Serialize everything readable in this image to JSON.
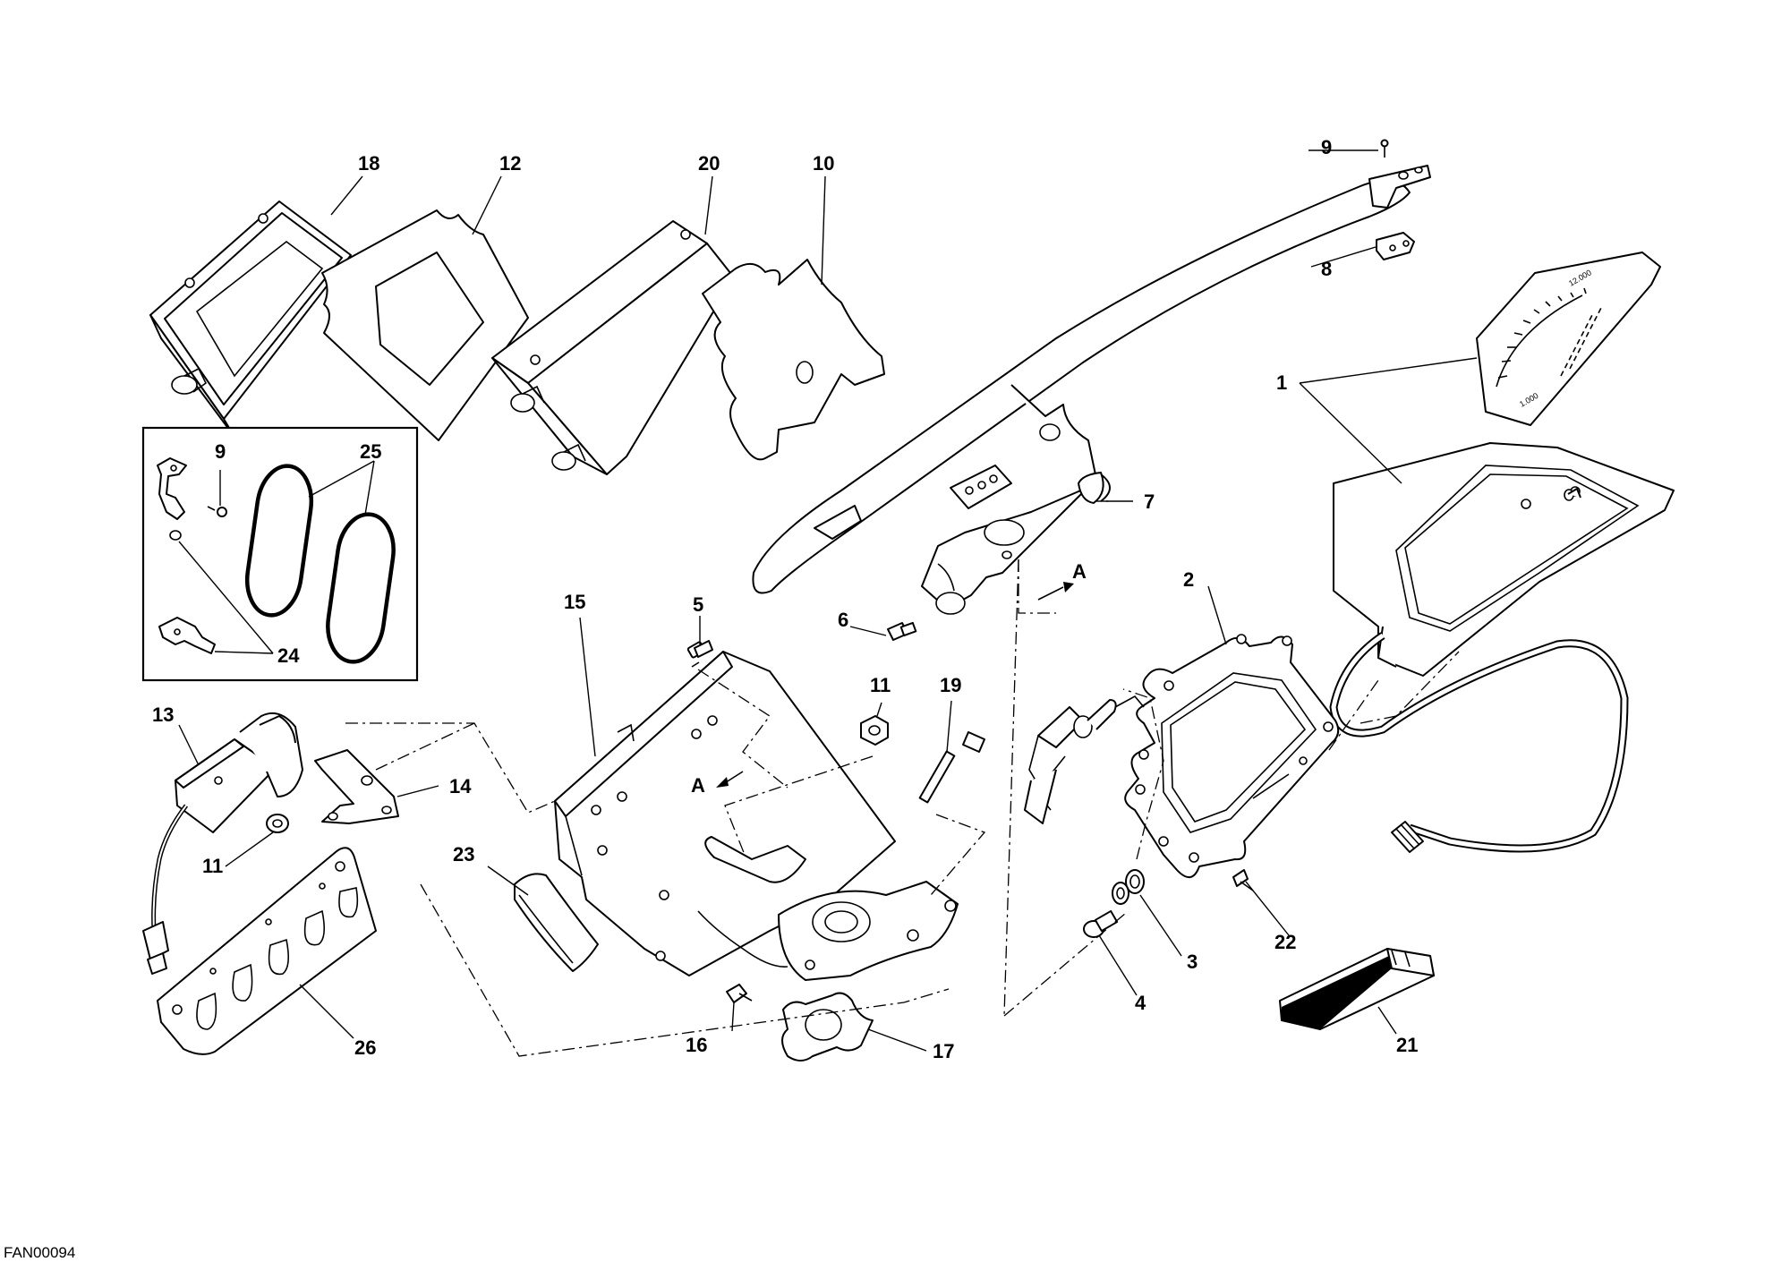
{
  "drawing": {
    "reference_code": "FAN00094",
    "section_marker": "A"
  },
  "callouts": {
    "c1": "1",
    "c2": "2",
    "c3": "3",
    "c4": "4",
    "c5": "5",
    "c6": "6",
    "c7": "7",
    "c8": "8",
    "c9a": "9",
    "c9b": "9",
    "c10": "10",
    "c11a": "11",
    "c11b": "11",
    "c12": "12",
    "c13": "13",
    "c14": "14",
    "c15": "15",
    "c16": "16",
    "c17": "17",
    "c18": "18",
    "c19": "19",
    "c20": "20",
    "c21": "21",
    "c22": "22",
    "c23": "23",
    "c24": "24",
    "c25": "25",
    "c26": "26"
  },
  "gauge_face": {
    "tick_low": "1.000",
    "tick_high": "12.000"
  }
}
